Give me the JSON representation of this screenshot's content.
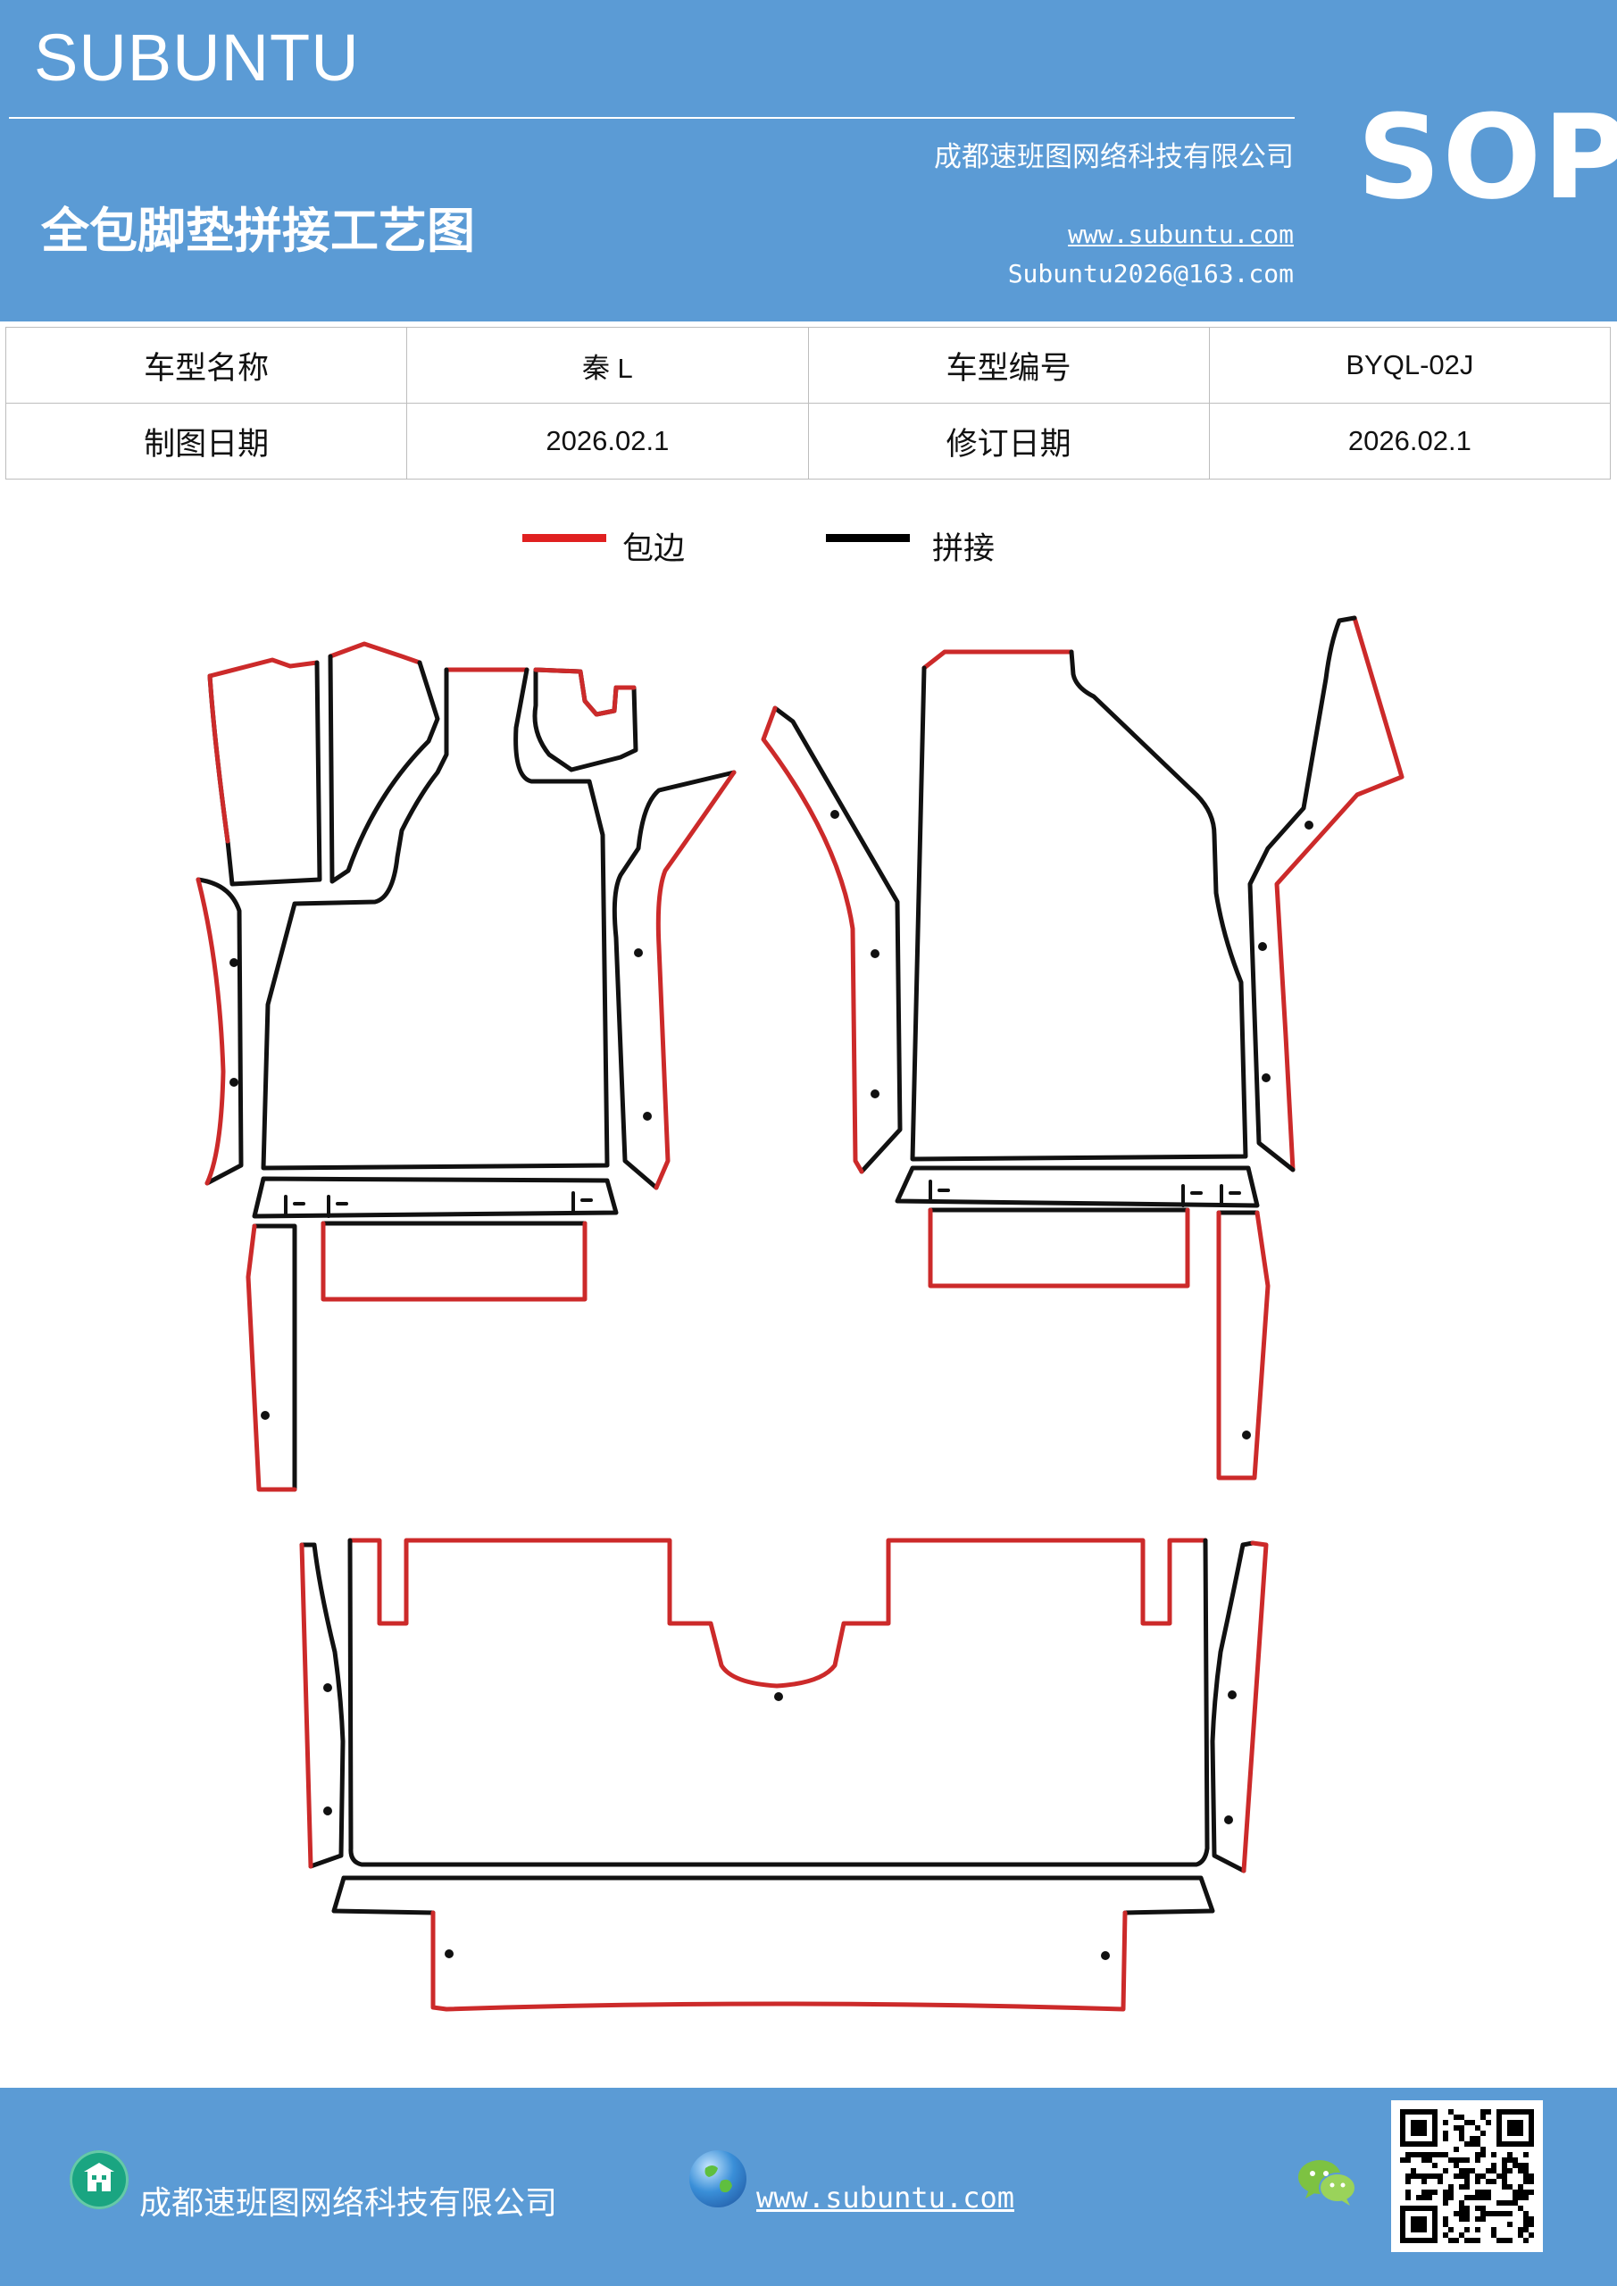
{
  "header": {
    "brand": "SUBUNTU",
    "company": "成都速班图网络科技有限公司",
    "title": "全包脚垫拼接工艺图",
    "website": "www.subuntu.com",
    "email": "Subuntu2026@163.com",
    "badge": "SOP"
  },
  "info_table": {
    "rows": [
      [
        "车型名称",
        "秦 L",
        "车型编号",
        "BYQL-02J"
      ],
      [
        "制图日期",
        "2026.02.1",
        "修订日期",
        "2026.02.1"
      ]
    ]
  },
  "legend": {
    "items": [
      {
        "label": "包边",
        "color": "#e02020"
      },
      {
        "label": "拼接",
        "color": "#000000"
      }
    ]
  },
  "colors": {
    "header_bg": "#5b9bd5",
    "edge_red": "#cc2a2a",
    "seam_black": "#111111"
  },
  "footer": {
    "company": "成都速班图网络科技有限公司",
    "website": "www.subuntu.com",
    "icons": [
      "building-icon",
      "globe-icon",
      "wechat-icon",
      "qr-code"
    ]
  }
}
